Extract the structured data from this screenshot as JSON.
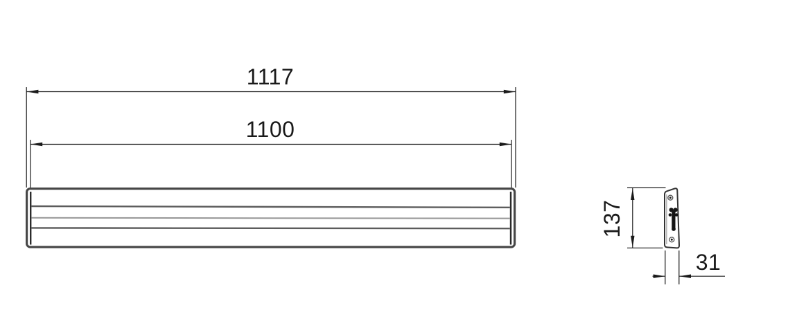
{
  "page": {
    "background": "#ffffff",
    "kind": "technical dimension drawing, front view and side view of a long slatted rail/plate part"
  },
  "drawing": {
    "views": {
      "front": {
        "dimensions": {
          "overall_width": "1117",
          "inner_width": "1100"
        }
      },
      "side": {
        "dimensions": {
          "height": "137",
          "depth": "31"
        }
      }
    },
    "colors": {
      "dimension_lines": "#1a1a1a",
      "part_outline": "#474747",
      "part_slat_dark": "#5c5c5c",
      "part_slat_light": "#969696",
      "bracket_fill": "#151515"
    }
  }
}
